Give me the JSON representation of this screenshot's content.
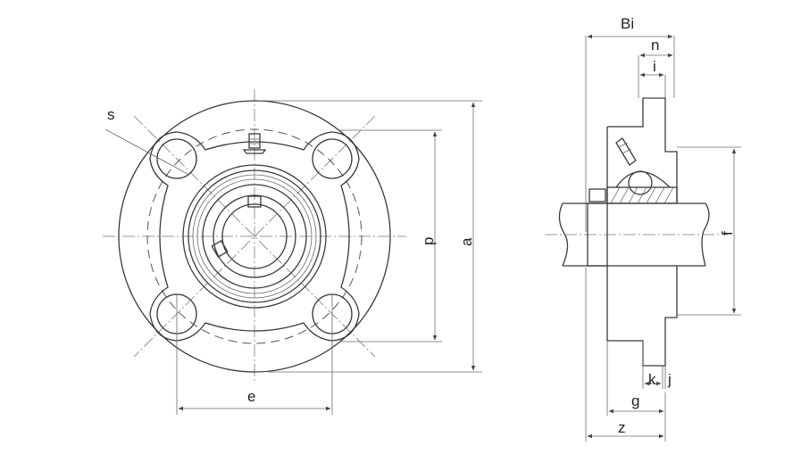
{
  "labels": {
    "s": "s",
    "p": "p",
    "a": "a",
    "e": "e",
    "Bi": "Bi",
    "n": "n",
    "i": "i",
    "f": "f",
    "k": "k",
    "j": "j",
    "g": "g",
    "z": "z"
  }
}
